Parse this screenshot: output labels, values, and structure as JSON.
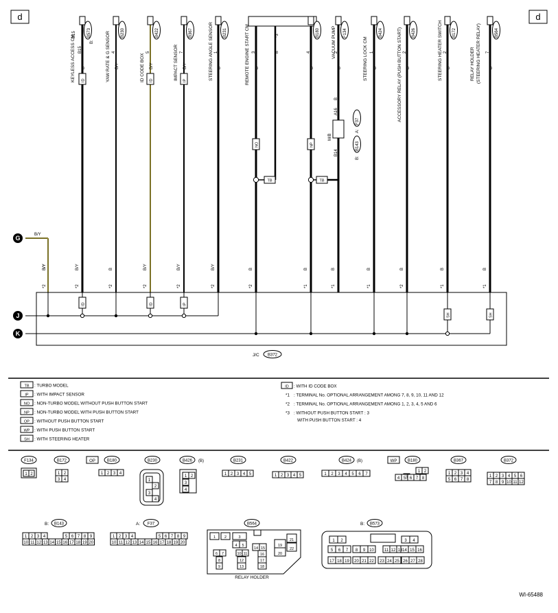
{
  "page_marker": "d",
  "connectors": [
    {
      "id": "B573",
      "label": "KEYLESS ACCESS CM",
      "pin": "B15",
      "wire": "B",
      "prefix": "B:"
    },
    {
      "id": "B230",
      "label": "YAW RATE & G SENSOR",
      "pin": "4",
      "wire": "B/Y"
    },
    {
      "id": "B422",
      "label": "ID CODE BOX",
      "pin": "5",
      "wire": "B/Y"
    },
    {
      "id": "B367",
      "label": "IMPACT SENSOR",
      "pin": "7",
      "wire": "B/Y"
    },
    {
      "id": "B231",
      "label": "STEERING ANGLE SENSOR",
      "pin": "1",
      "wire": "B"
    },
    {
      "id": "",
      "label": "REMOTE ENGINE START CM",
      "pin": "3",
      "wire": "B"
    },
    {
      "id": "B180",
      "label": "",
      "pin": "4",
      "wire": "B"
    },
    {
      "id": "F134",
      "label": "VACUUM PUMP",
      "pin": "2",
      "wire": "B"
    },
    {
      "id": "B424",
      "label": "STEERING LOCK CM",
      "pin": "1",
      "wire": "B"
    },
    {
      "id": "B426",
      "label": "ACCESSORY RELAY (PUSH BUTTON START)",
      "pin": "2",
      "wire": "B"
    },
    {
      "id": "B172",
      "label": "STEERING HEATER SWITCH",
      "pin": "2",
      "wire": "B"
    },
    {
      "id": "B564",
      "label": "RELAY HOLDER (STEERING HEATER RELAY)",
      "pin": "7",
      "wire": "B"
    }
  ],
  "remote_star_pin": "*3",
  "inline_tags": [
    "ID",
    "ID",
    "IP",
    "NO",
    "NP",
    "TB",
    "TB",
    "SH",
    "SH"
  ],
  "mb": {
    "label": "M/B",
    "conn_a": "F37",
    "conn_a_prefix": "A:",
    "pin_a": "A16",
    "conn_b": "B143",
    "conn_b_prefix": "B:",
    "pin_b": "B14"
  },
  "bus_wire_labels": [
    "B/Y",
    "B",
    "B/Y",
    "B/Y",
    "B/Y",
    "B",
    "B",
    "B",
    "B",
    "B",
    "B",
    "B"
  ],
  "bus_star_labels": [
    "*2",
    "*2",
    "*2",
    "*2",
    "*2",
    "*2",
    "*1",
    "*1",
    "*1",
    "*2",
    "*1",
    "*1"
  ],
  "left_terminals": [
    {
      "letter": "G",
      "wire": "B/Y"
    },
    {
      "letter": "J"
    },
    {
      "letter": "K"
    }
  ],
  "jc": {
    "text": "J/C",
    "id": "B372"
  },
  "legend_left": [
    {
      "sym": "TB",
      "text": ": TURBO MODEL"
    },
    {
      "sym": "IP",
      "text": ": WITH IMPACT SENSOR"
    },
    {
      "sym": "NO",
      "text": ": NON-TURBO MODEL WITHOUT PUSH BUTTON START"
    },
    {
      "sym": "NP",
      "text": ": NON-TURBO MODEL WITH PUSH BUTTON START"
    },
    {
      "sym": "OP",
      "text": ": WITHOUT PUSH BUTTON START"
    },
    {
      "sym": "WP",
      "text": ": WITH PUSH BUTTON START"
    },
    {
      "sym": "SH",
      "text": ": WITH STEERING HEATER"
    }
  ],
  "legend_right": [
    {
      "sym": "ID",
      "text": ": WITH ID CODE BOX"
    },
    {
      "sym": "*1",
      "text": ": TERMINAL No. OPTIONAL ARRANGEMENT AMONG 7, 8, 9, 10, 11 AND 12"
    },
    {
      "sym": "*2",
      "text": ": TERMINAL No. OPTIONAL ARRANGEMENT AMONG 1, 2, 3, 4, 5 AND 6"
    },
    {
      "sym": "*3",
      "text": ": WITHOUT PUSH BUTTON START : 3"
    },
    {
      "sym": "",
      "text": "WITH PUSH BUTTON START : 4"
    }
  ],
  "connector_views_row1": [
    {
      "id": "F134",
      "prefix": "",
      "suffix": "",
      "pins": [
        "1",
        "2"
      ]
    },
    {
      "id": "B172",
      "prefix": "",
      "suffix": "",
      "pins": [
        "1",
        "2",
        "3",
        "4"
      ]
    },
    {
      "id": "B180",
      "prefix": "OP",
      "suffix": "",
      "pins": [
        "1",
        "2",
        "3",
        "4"
      ]
    },
    {
      "id": "B230",
      "prefix": "",
      "suffix": "",
      "pins": [
        "1",
        "2",
        "3",
        "4"
      ]
    },
    {
      "id": "B426",
      "prefix": "",
      "suffix": "(B)",
      "pins": [
        "1",
        "2",
        "3",
        "4"
      ]
    },
    {
      "id": "B231",
      "prefix": "",
      "suffix": "",
      "pins": [
        "1",
        "2",
        "3",
        "4",
        "5"
      ]
    },
    {
      "id": "B422",
      "prefix": "",
      "suffix": "",
      "pins": [
        "1",
        "2",
        "3",
        "4",
        "5"
      ]
    },
    {
      "id": "B424",
      "prefix": "",
      "suffix": "(B)",
      "pins": [
        "1",
        "2",
        "3",
        "4",
        "5",
        "6",
        "7"
      ]
    },
    {
      "id": "B180",
      "prefix": "WP",
      "suffix": "",
      "pins": [
        "1",
        "2",
        "3",
        "4",
        "5",
        "6",
        "7",
        "8"
      ]
    },
    {
      "id": "B367",
      "prefix": "",
      "suffix": "",
      "pins": [
        "1",
        "2",
        "3",
        "4",
        "5",
        "6",
        "7",
        "8"
      ]
    },
    {
      "id": "B372",
      "prefix": "",
      "suffix": "",
      "pins": [
        "1",
        "2",
        "3",
        "4",
        "5",
        "6",
        "7",
        "8",
        "9",
        "10",
        "11",
        "12"
      ]
    }
  ],
  "connector_views_row2": [
    {
      "id": "B143",
      "prefix": "B:",
      "top": [
        "1",
        "2",
        "3",
        "4",
        "5",
        "6",
        "7",
        "8",
        "9"
      ],
      "bottom": [
        "10",
        "11",
        "12",
        "13",
        "14",
        "15",
        "16",
        "17",
        "18",
        "19",
        "20"
      ]
    },
    {
      "id": "F37",
      "prefix": "A:",
      "top": [
        "1",
        "2",
        "3",
        "4",
        "5",
        "6",
        "7",
        "8",
        "9"
      ],
      "bottom": [
        "10",
        "11",
        "12",
        "13",
        "14",
        "15",
        "16",
        "17",
        "18",
        "19",
        "20"
      ]
    },
    {
      "id": "B564",
      "prefix": "",
      "pins": [
        "1",
        "2",
        "3",
        "4",
        "5",
        "6",
        "7",
        "8",
        "9",
        "10",
        "11",
        "12",
        "13",
        "14",
        "15",
        "16",
        "17",
        "18",
        "19",
        "20",
        "21",
        "22"
      ],
      "caption": "RELAY HOLDER"
    },
    {
      "id": "B573",
      "prefix": "B:",
      "pins": [
        "1",
        "2",
        "3",
        "4",
        "5",
        "6",
        "7",
        "8",
        "9",
        "10",
        "11",
        "12",
        "13",
        "14",
        "15",
        "16",
        "17",
        "18",
        "19",
        "20",
        "21",
        "22",
        "23",
        "24",
        "25",
        "26",
        "27",
        "28"
      ]
    }
  ],
  "figure_ref": "WI-65488"
}
